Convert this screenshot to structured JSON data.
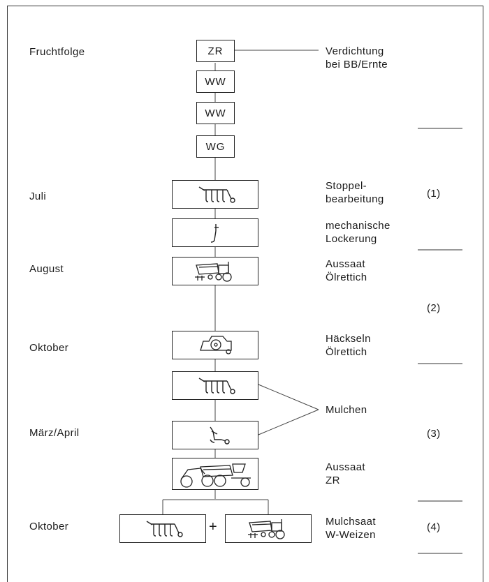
{
  "left_labels": {
    "fruchtfolge": "Fruchtfolge",
    "juli": "Juli",
    "august": "August",
    "oktober1": "Oktober",
    "maerz_april": "März/April",
    "oktober2": "Oktober"
  },
  "crops": [
    "ZR",
    "WW",
    "WW",
    "WG"
  ],
  "right_labels": {
    "verdichtung": [
      "Verdichtung",
      "bei BB/Ernte"
    ],
    "stoppel": [
      "Stoppel-",
      "bearbeitung"
    ],
    "lockerung": [
      "mechanische",
      "Lockerung"
    ],
    "aussaat_oel": [
      "Aussaat",
      "Ölrettich"
    ],
    "haeckseln": [
      "Häckseln",
      "Ölrettich"
    ],
    "mulchen": "Mulchen",
    "aussaat_zr": [
      "Aussaat",
      "ZR"
    ],
    "mulchsaat": [
      "Mulchsaat",
      "W-Weizen"
    ]
  },
  "phases": [
    "(1)",
    "(2)",
    "(3)",
    "(4)"
  ],
  "plus": "+",
  "icons": [
    "cultivator-icon",
    "subsoiler-icon",
    "drill-icon",
    "mulcher-icon",
    "cultivator-icon",
    "tractor-icon",
    "seed-combination-icon",
    "cultivator-icon",
    "drill-icon"
  ]
}
